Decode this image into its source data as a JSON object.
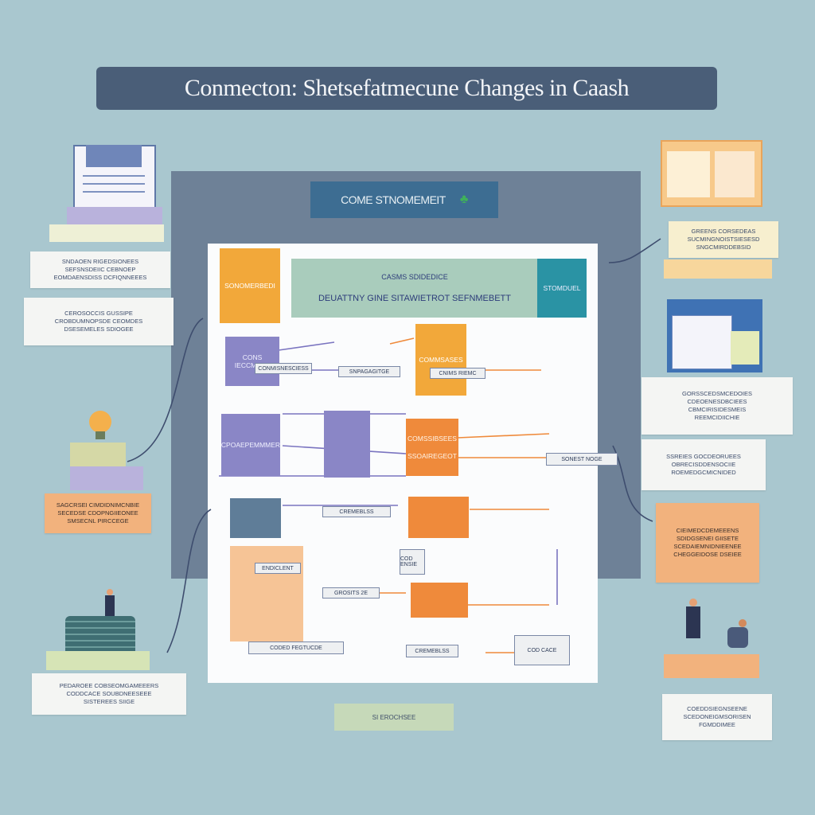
{
  "title": "Conmecton: Shetsefatmecune Changes in Caash",
  "header_tag": "COME STNOMEMEIT",
  "sheet": {
    "top_label_a": "CASMS SDIDEDICE",
    "top_label_b": "DEUATTNY GINE SITAWIETROT SEFNMEBETT",
    "left_tab": "SONOMERBEDI",
    "right_tab": "STOMDUEL",
    "blocks": {
      "p1": "CONS IECCMEBS",
      "o1": "COMMSASES",
      "o2": "COMSSIBSEES",
      "o2b": "SSOAIREGEOT",
      "t1": "CONMISNESCIESS",
      "t2": "SNPAGAGITGE",
      "t3": "CNIMS RIEMC",
      "t4": "CPOAEPEMMMER",
      "t5": "SONEST NOGE",
      "t6": "COD ENSIE",
      "t7": "CREMEBLSS",
      "t8": "ENDICLENT",
      "t9": "CODED FEGTUCDE",
      "t10": "GROSITS 2E",
      "t11": "COD CACE"
    }
  },
  "left_captions": {
    "c1": [
      "SNDAOEN RIGEDSIONEES",
      "SEFSNSDEIIC CEBNOEP",
      "EOMDAENSDISS DCFIQNNEEES"
    ],
    "c2": [
      "CEROSOCCIS GUSSIPE",
      "CROBDUMNOPSDE CEOMDES",
      "DSESEMELES SDIOGEE"
    ],
    "c3": [
      "SAGCRSEI CIMDIDNIMCNBIE",
      "SECEDSE CDOPNGIIEONEE",
      "SMSECNL PIRCCEGE"
    ],
    "c4": [
      "PEDAROEE COBSEOMGAMEEERS",
      "CODDCACE SOUBDNEESEEE",
      "SISTEREES SIIGE"
    ]
  },
  "right_captions": {
    "r1": [
      "GREENS CORSEDEAS",
      "SUCMINGNOISTSIESESD",
      "SNGCMIRDDEBSID"
    ],
    "r2": [
      "GORSSCEDSMCEDOIES",
      "CDEOENESDBCIEES",
      "CBMCIRISIDESMEIS",
      "REEMCIDIICHIE"
    ],
    "r3": [
      "SSREIES GOCDEORUEES",
      "OBRECISDDENSOCIIE",
      "ROEMEDGCMICNIDED"
    ],
    "r4": [
      "CIEIMEDCDEMEEENS",
      "SDIDGSENEI GIISETE",
      "SCEDAIEMNIDNIEENEE",
      "CHEGGEIDOSE DSEIEE"
    ],
    "r5": [
      "COEDDSIEGNSEENE",
      "SCEDONEIGMSORISEN",
      "FGMDDIMEE"
    ]
  },
  "footer_tag": "SI EROCHSEE",
  "colors": {
    "background": "#a9c7cf",
    "title_bar": "#4a5e78",
    "board": "#6e8197",
    "header_tag": "#3d6d92",
    "orange": "#ef8a3b",
    "purple": "#8a86c6",
    "teal": "#2a93a4"
  },
  "icons": [
    "document-stack-icon",
    "lightbulb-icon",
    "coin-stack-icon",
    "people-icon",
    "plant-icon"
  ]
}
